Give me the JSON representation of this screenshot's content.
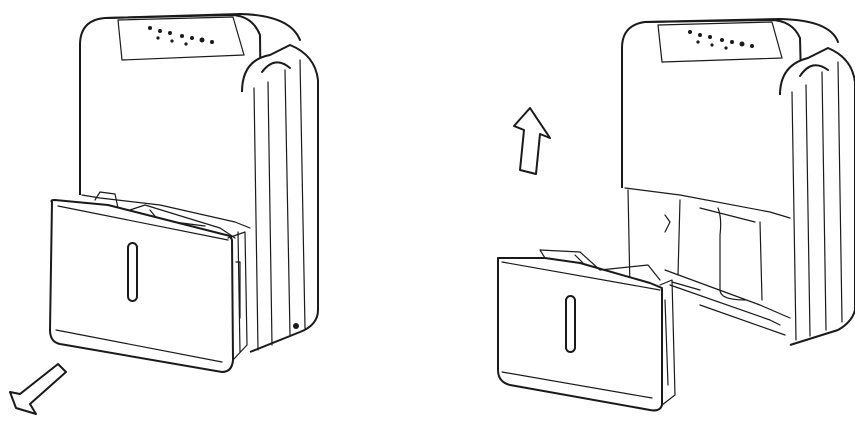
{
  "figure": {
    "panels": [
      {
        "id": "left",
        "action": "pull-out-bucket"
      },
      {
        "id": "right",
        "action": "lift-bucket"
      }
    ],
    "colors": {
      "line": "#1a1a1a",
      "background": "#ffffff"
    },
    "icons": [
      "arrow-down-left-icon",
      "arrow-up-icon"
    ]
  }
}
